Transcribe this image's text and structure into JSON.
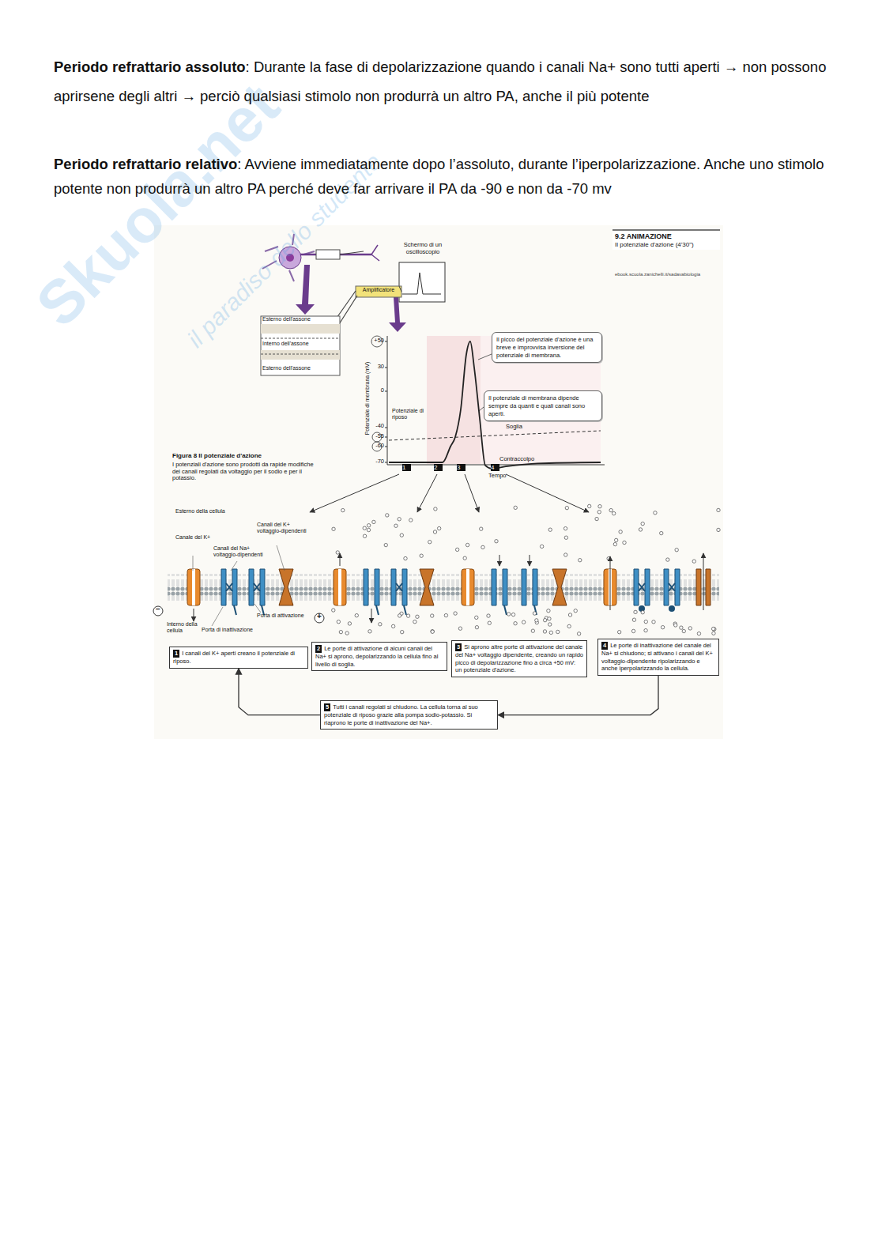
{
  "diagram": {
    "nodes": [
      {
        "text": [
          "9.2 ANIMAZIONE",
          "Il potenziale d'azione (4'30\")"
        ]
      },
      {
        "text": [
          "Il picco del potenziale d'azione è una breve e improvvisa inversione del potenziale di membrana."
        ]
      },
      {
        "text": [
          "Il potenziale di membrana dipende sempre da quanti e quali canali sono aperti."
        ]
      },
      {
        "text": [
          "1",
          "I canali del K+ aperti creano il potenziale di riposo."
        ]
      },
      {
        "text": [
          "2",
          "Le porte di attivazione di alcuni canali del Na+ si aprono, depolarizzando la cellula fino al livello di soglia."
        ]
      },
      {
        "text": [
          "3",
          "Si aprono altre porte di attivazione del canale del Na+ voltaggio dipendente, creando un rapido picco di depolarizzazione fino a circa +50 mV: un potenziale d'azione."
        ]
      },
      {
        "text": [
          "4",
          "Le porte di inattivazione del canale del Na+ si chiudono; si attivano i canali del K+ voltaggio-dipendente ripolarizzando e anche iperpolarizzando la cellula."
        ]
      },
      {
        "text": [
          "5",
          "Tutti i canali regolati si chiudono. La cellula torna al suo potenziale di riposo grazie alla pompa sodio-potassio. Si riaprono le porte di inattivazione del Na+."
        ]
      }
    ],
    "edges": [
      {
        "from": 6,
        "to": 7,
        "arrow": "to"
      },
      {
        "from": 7,
        "to": 3,
        "arrow": "to"
      }
    ],
    "labels": [
      "Periodo refrattario assoluto",
      ": Durante la fase di depolarizzazione quando i canali Na+ sono tutti aperti → non possono aprirsene degli altri → perciò qualsiasi stimolo non produrrà un altro PA, anche il più potente",
      "Periodo refrattario relativo",
      ": Avviene immediatamente dopo l’assoluto, durante l’iperpolarizzazione. Anche uno stimolo potente non produrrà un altro PA perché deve far arrivare il PA da -90 e non da -70 mv",
      "Skuola.net",
      "il paradiso dello studente",
      "Schermo di un oscilloscopio",
      "Amplificatore",
      "Esterno dell'assone",
      "Interno dell'assone",
      "Esterno dell'assone",
      "ebook.scuola.zanichelli.it/sadavabiologia",
      "Potenziale di membrana (mV)",
      "+50",
      "30",
      "0",
      "-40",
      "-55",
      "-60",
      "-70",
      "Potenziale di riposo",
      "Soglia",
      "Contraccolpo",
      "Tempo",
      "1",
      "2",
      "3",
      "4",
      "Figura 8 Il potenziale d'azione",
      "I potenziali d'azione sono prodotti da rapide modifiche dei canali regolati da voltaggio per il sodio e per il potassio.",
      "Esterno della cellula",
      "Canale del K+",
      "Canali del K+ voltaggio-dipendenti",
      "Canali del Na+ voltaggio-dipendenti",
      "Porta di attivazione",
      "Porta di inattivazione",
      "Interno della cellula",
      "−",
      "+"
    ]
  }
}
